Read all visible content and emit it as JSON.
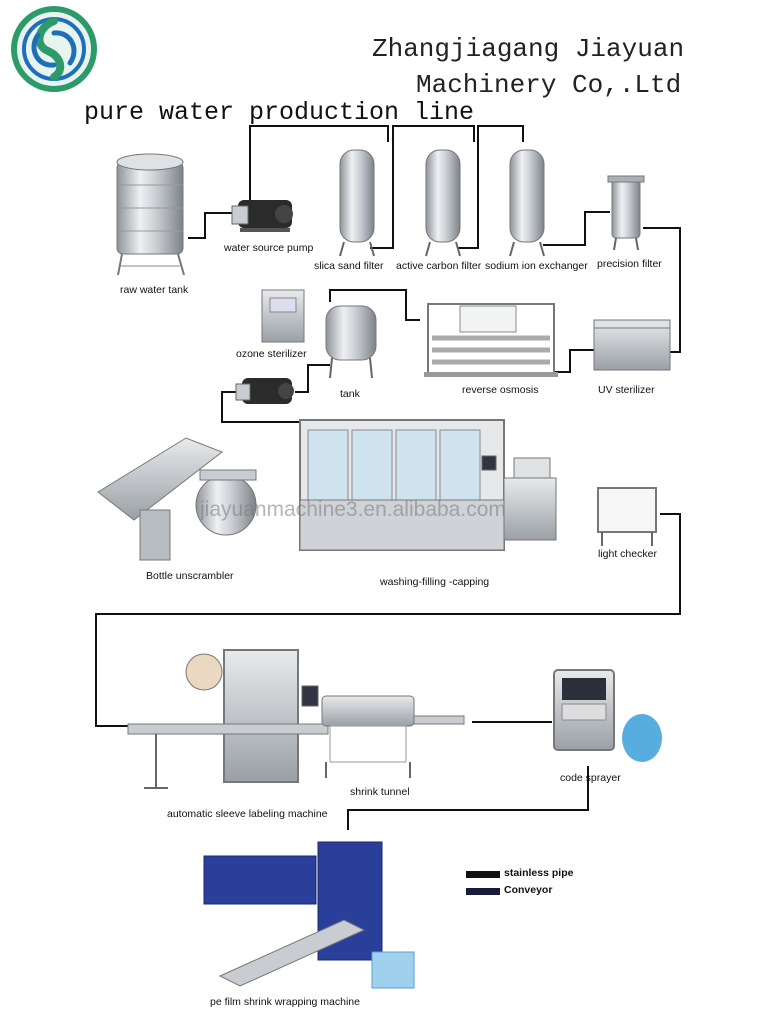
{
  "header": {
    "company_line1": "Zhangjiagang Jiayuan",
    "company_line2": "Machinery Co,.Ltd",
    "title": "pure water production line"
  },
  "watermark": "jiayuanmachine3.en.alibaba.com",
  "stages": {
    "raw_water_tank": "raw water tank",
    "water_source_pump": "water source pump",
    "silica_sand_filter": "slica sand filter",
    "active_carbon_filter": "active carbon filter",
    "sodium_ion_exchanger": "sodium ion exchanger",
    "precision_filter": "precision filter",
    "ozone_sterilizer": "ozone sterilizer",
    "tank": "tank",
    "reverse_osmosis": "reverse osmosis",
    "uv_sterilizer": "UV  sterilizer",
    "bottle_unscrambler": "Bottle unscrambler",
    "washing_filling_capping": "washing-filling -capping",
    "light_checker": "light checker",
    "sleeve_labeling": "automatic sleeve labeling machine",
    "shrink_tunnel": "shrink tunnel",
    "code_sprayer": "code sprayer",
    "pe_film_wrapping": "pe film shrink wrapping machine"
  },
  "legend": {
    "stainless_pipe": "stainless pipe",
    "conveyor": "Conveyor"
  },
  "colors": {
    "pipe": "#111111",
    "conveyor": "#1a1a3a",
    "steel": "#c9cdd2",
    "steel_dark": "#8e949b",
    "blue_machine": "#2a3f9a",
    "logo_green": "#2d9a6a",
    "logo_blue": "#1e6fb8"
  }
}
